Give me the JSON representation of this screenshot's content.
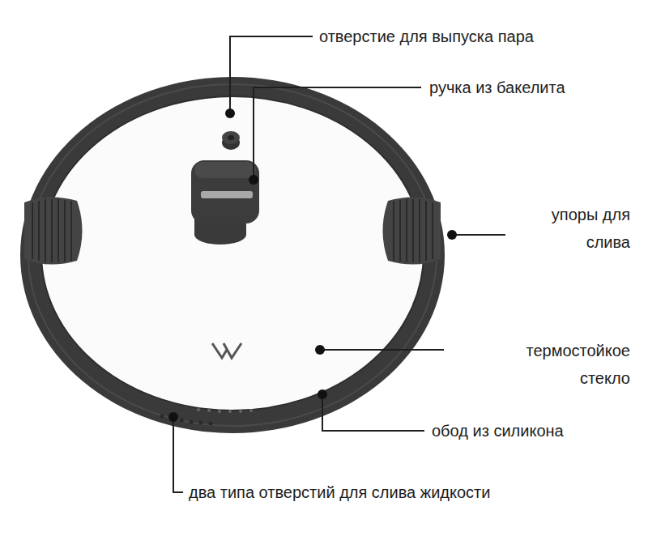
{
  "diagram": {
    "labels": [
      "отверстие для выпуска пара",
      "ручка из бакелита",
      "упоры для слива",
      "термостойкое стекло",
      "обод из силикона",
      "два типа отверстий для слива жидкости"
    ]
  }
}
